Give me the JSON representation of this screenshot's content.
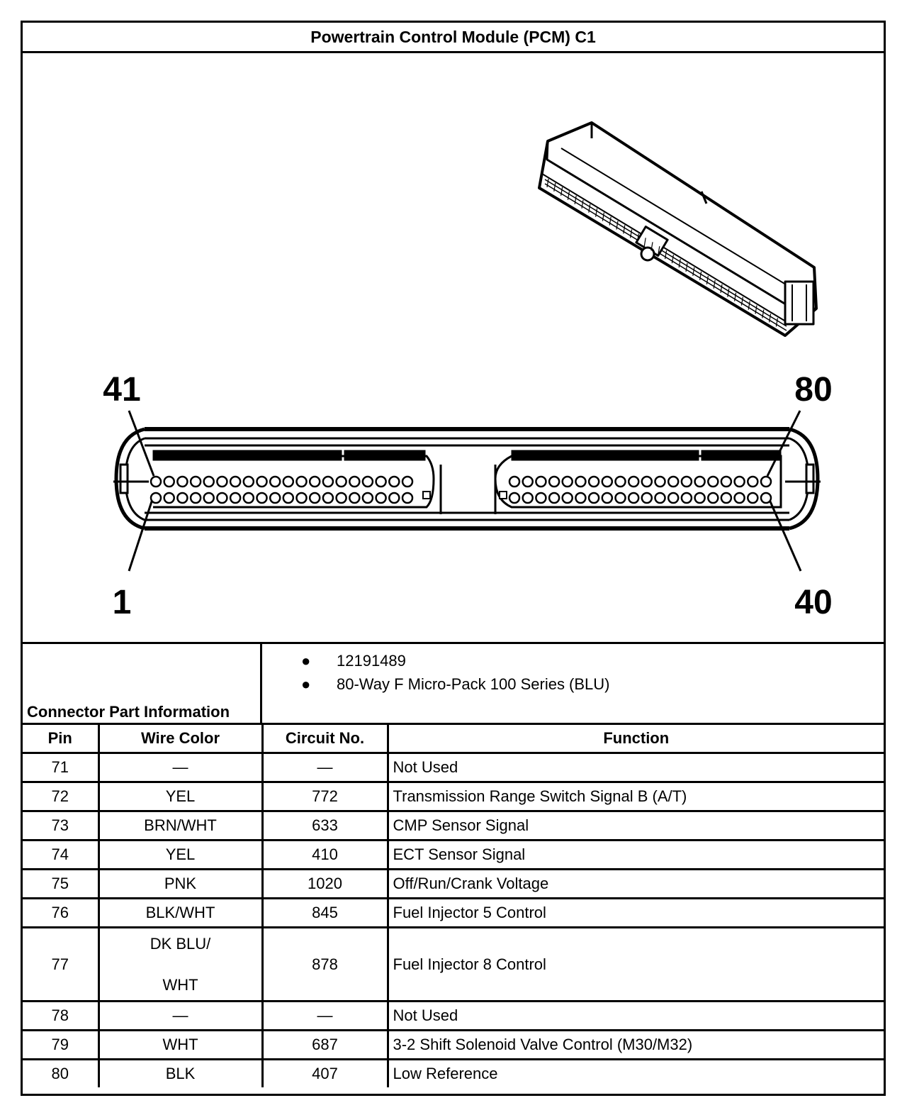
{
  "title": "Powertrain Control Module (PCM) C1",
  "diagram": {
    "labels": {
      "top_left": "41",
      "top_right": "80",
      "bottom_left": "1",
      "bottom_right": "40"
    },
    "pins_per_row_per_half": 20
  },
  "connector_part_info": {
    "label": "Connector Part Information",
    "items": [
      "12191489",
      "80-Way F Micro-Pack 100 Series (BLU)"
    ]
  },
  "table": {
    "headers": [
      "Pin",
      "Wire Color",
      "Circuit No.",
      "Function"
    ],
    "rows": [
      {
        "pin": "71",
        "wire_color": "—",
        "circuit": "—",
        "function": "Not Used"
      },
      {
        "pin": "72",
        "wire_color": "YEL",
        "circuit": "772",
        "function": "Transmission Range Switch Signal B (A/T)"
      },
      {
        "pin": "73",
        "wire_color": "BRN/WHT",
        "circuit": "633",
        "function": "CMP Sensor Signal"
      },
      {
        "pin": "74",
        "wire_color": "YEL",
        "circuit": "410",
        "function": "ECT Sensor Signal"
      },
      {
        "pin": "75",
        "wire_color": "PNK",
        "circuit": "1020",
        "function": "Off/Run/Crank Voltage"
      },
      {
        "pin": "76",
        "wire_color": "BLK/WHT",
        "circuit": "845",
        "function": "Fuel Injector 5 Control"
      },
      {
        "pin": "77",
        "wire_color": "DK BLU/",
        "wire_color_line2": "WHT",
        "circuit": "878",
        "function": "Fuel Injector 8 Control"
      },
      {
        "pin": "78",
        "wire_color": "—",
        "circuit": "—",
        "function": "Not Used"
      },
      {
        "pin": "79",
        "wire_color": "WHT",
        "circuit": "687",
        "function": "3-2 Shift Solenoid Valve Control (M30/M32)"
      },
      {
        "pin": "80",
        "wire_color": "BLK",
        "circuit": "407",
        "function": "Low Reference"
      }
    ]
  }
}
